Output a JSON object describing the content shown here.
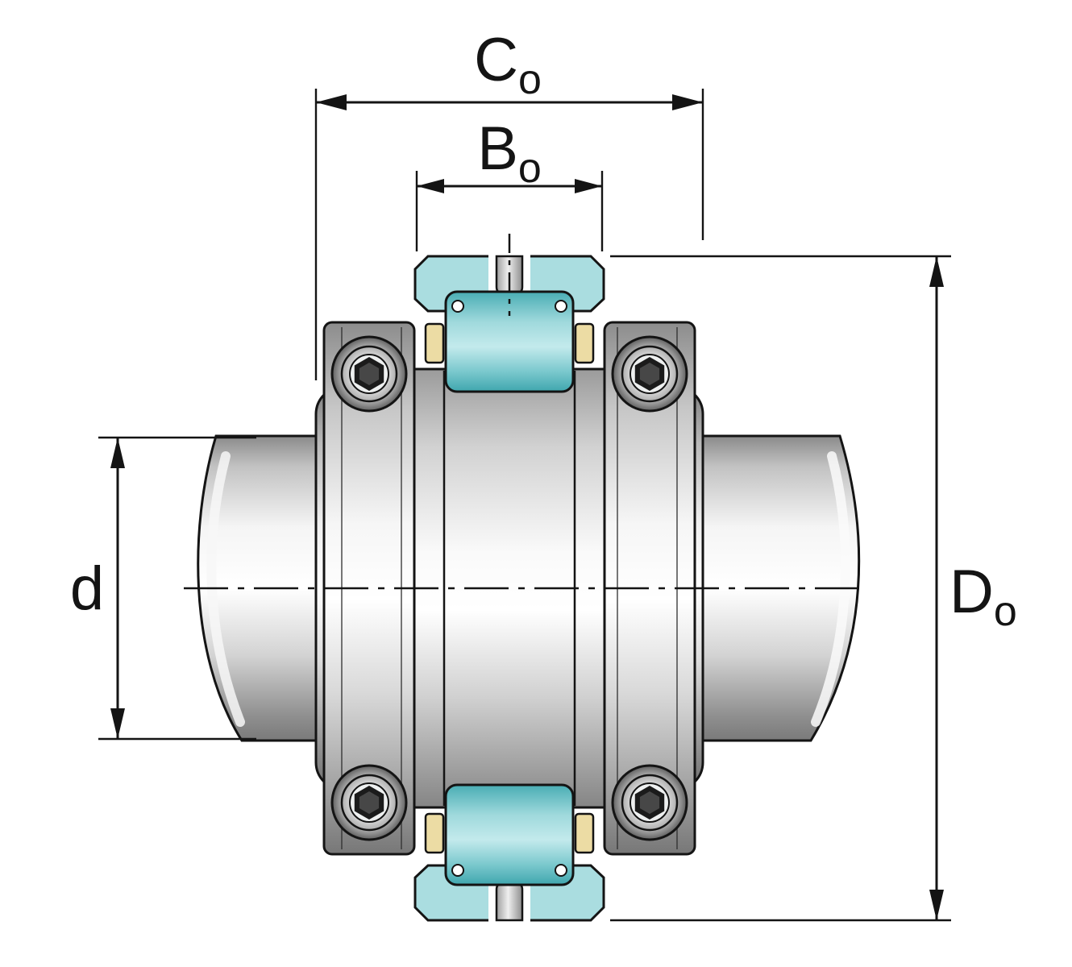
{
  "diagram": {
    "type": "technical-drawing",
    "dimension_labels": {
      "co": {
        "main": "C",
        "sub": "o"
      },
      "bo": {
        "main": "B",
        "sub": "o"
      },
      "d": {
        "main": "d",
        "sub": ""
      },
      "do": {
        "main": "D",
        "sub": "o"
      }
    },
    "colors": {
      "teal_block": "#aadde0",
      "teal_roller_mid": "#8fd2d6",
      "cage_yellow": "#ecdca4",
      "outline": "#141414",
      "background": "#ffffff"
    }
  }
}
